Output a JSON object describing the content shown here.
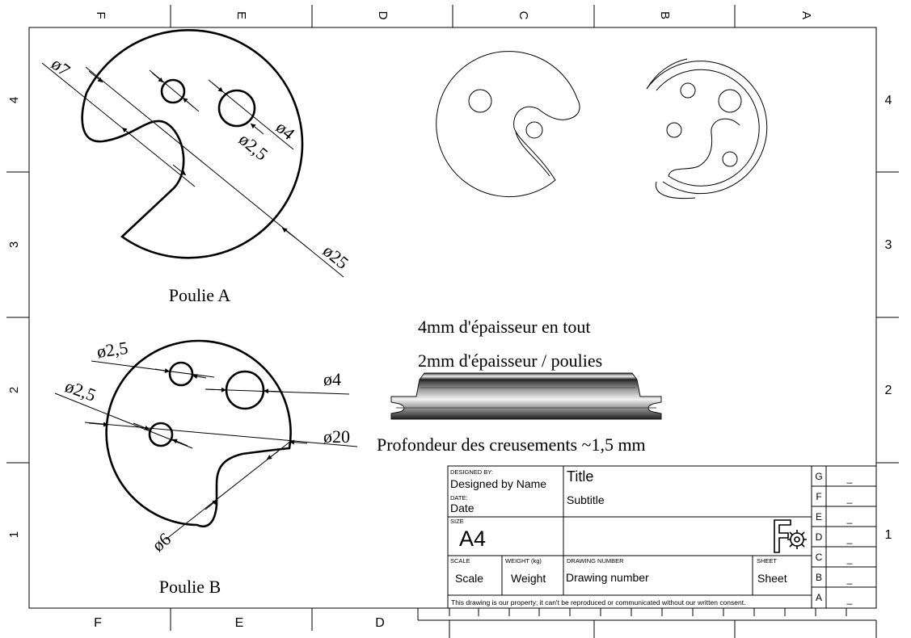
{
  "frame": {
    "columns": [
      "F",
      "E",
      "D",
      "C",
      "B",
      "A"
    ],
    "bottom_columns": [
      "F",
      "E",
      "D"
    ],
    "rows": [
      "4",
      "3",
      "2",
      "1"
    ]
  },
  "pulley_a": {
    "label": "Poulie A",
    "dim_hole_large": "ø7",
    "dim_hole_small": "ø2,5",
    "dim_hole_medium": "ø4",
    "dim_outer": "ø25"
  },
  "pulley_b": {
    "label": "Poulie B",
    "dim_hole_top": "ø2,5",
    "dim_hole_left": "ø2,5",
    "dim_hole_right": "ø4",
    "dim_outer": "ø20",
    "dim_notch": "ø6"
  },
  "notes": {
    "total_thickness": "4mm d'épaisseur en tout",
    "pulley_thickness": "2mm d'épaisseur / poulies",
    "groove_depth": "Profondeur des creusements ~1,5 mm"
  },
  "title_block": {
    "designed_by_label": "DESIGNED BY:",
    "designed_by_value": "Designed by Name",
    "date_label": "DATE:",
    "date_value": "Date",
    "size_label": "SIZE",
    "size_value": "A4",
    "title": "Title",
    "subtitle": "Subtitle",
    "scale_label": "SCALE",
    "scale_value": "Scale",
    "weight_label": "WEIGHT (kg)",
    "weight_value": "Weight",
    "drawing_number_label": "DRAWING NUMBER",
    "drawing_number_value": "Drawing number",
    "sheet_label": "SHEET",
    "sheet_value": "Sheet",
    "footer": "This drawing is our property; it can't be reproduced or communicated without our written consent.",
    "revisions": [
      {
        "letter": "G",
        "value": "_"
      },
      {
        "letter": "F",
        "value": "_"
      },
      {
        "letter": "E",
        "value": "_"
      },
      {
        "letter": "D",
        "value": "_"
      },
      {
        "letter": "C",
        "value": "_"
      },
      {
        "letter": "B",
        "value": "_"
      },
      {
        "letter": "A",
        "value": "_"
      }
    ]
  }
}
